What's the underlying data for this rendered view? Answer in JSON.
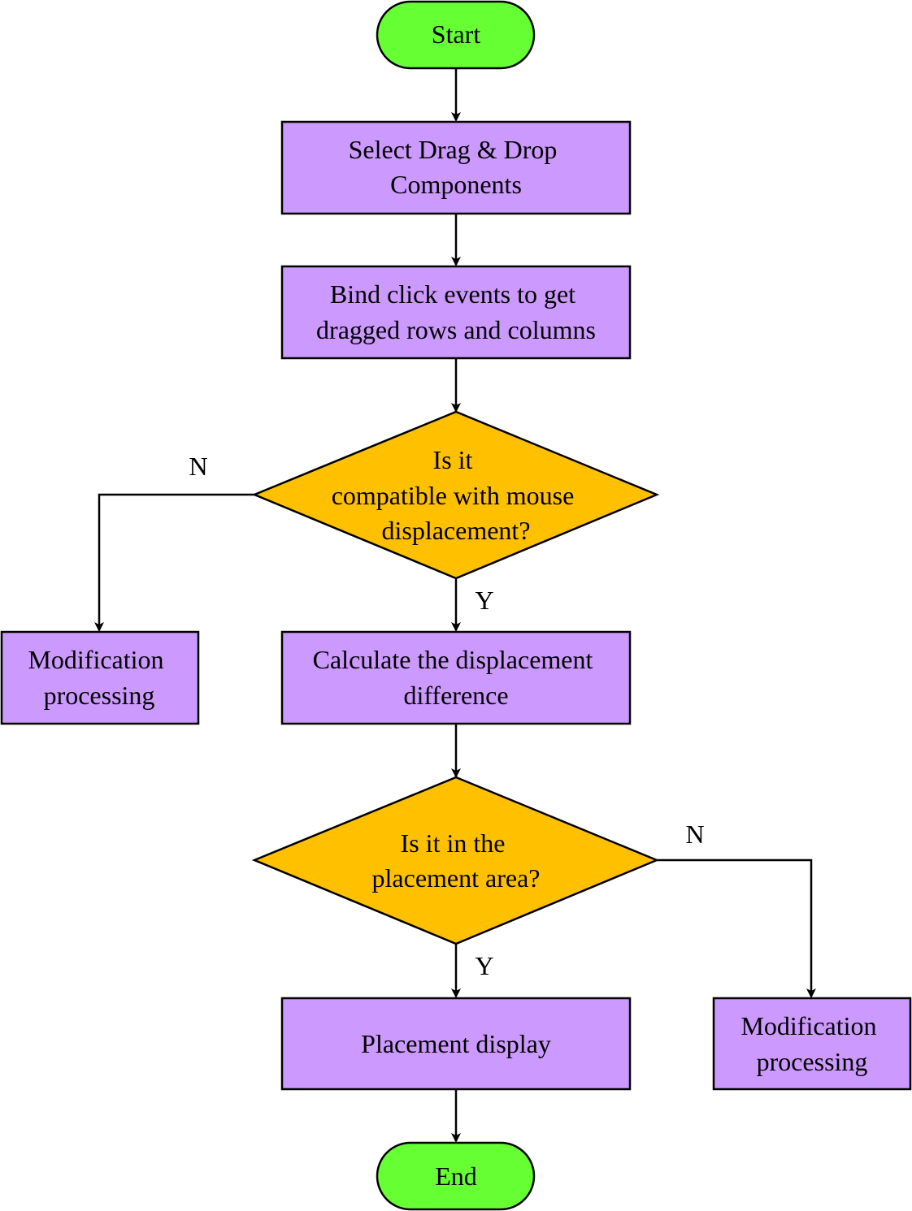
{
  "colors": {
    "terminal": "#66FF33",
    "process": "#CC99FF",
    "decision": "#FFC000",
    "stroke": "#000000"
  },
  "nodes": {
    "start": {
      "lines": [
        "Start"
      ]
    },
    "select": {
      "lines": [
        "Select Drag & Drop",
        "Components"
      ]
    },
    "bind": {
      "lines": [
        "Bind click events to get",
        "dragged rows and columns"
      ]
    },
    "decision1": {
      "lines": [
        "Is it",
        "compatible with mouse",
        "displacement?"
      ]
    },
    "modify1": {
      "lines": [
        "Modification",
        "processing"
      ]
    },
    "calculate": {
      "lines": [
        "Calculate the displacement",
        "difference"
      ]
    },
    "decision2": {
      "lines": [
        "Is it in the",
        "placement area?"
      ]
    },
    "placement": {
      "lines": [
        "Placement display"
      ]
    },
    "modify2": {
      "lines": [
        "Modification",
        "processing"
      ]
    },
    "end": {
      "lines": [
        "End"
      ]
    }
  },
  "edges": {
    "d1_no": "N",
    "d1_yes": "Y",
    "d2_no": "N",
    "d2_yes": "Y"
  }
}
